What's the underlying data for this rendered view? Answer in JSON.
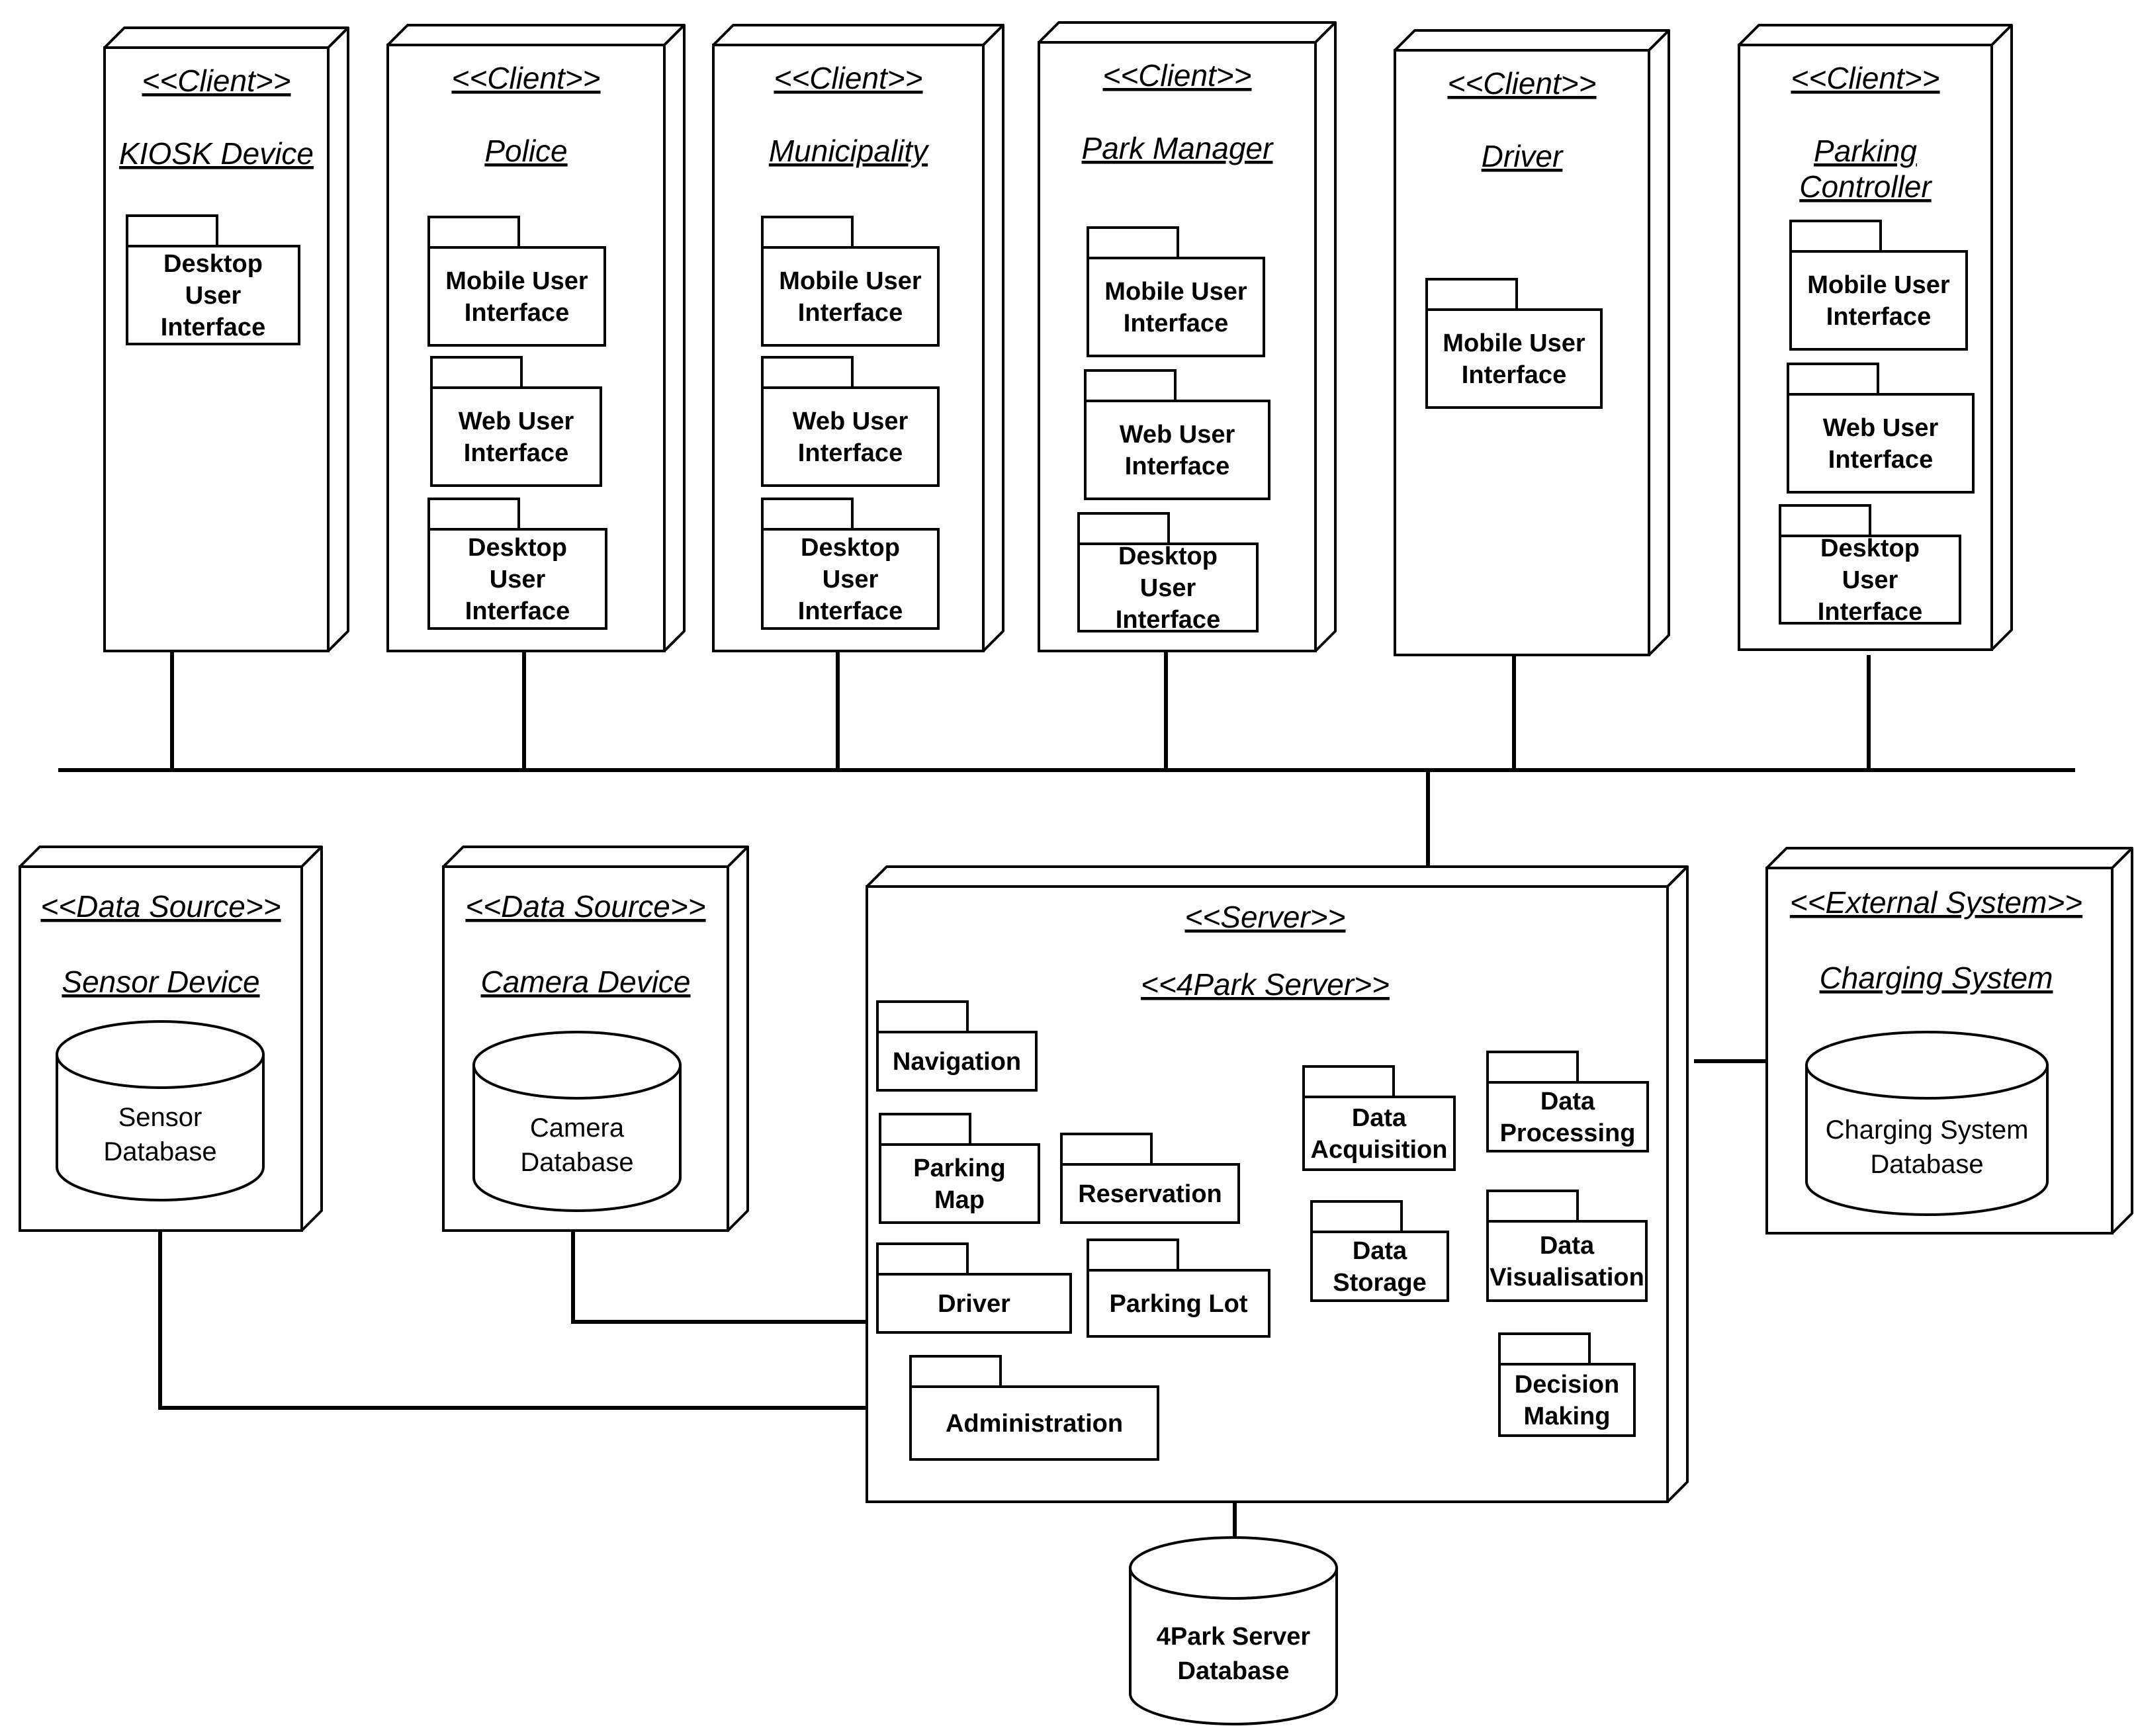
{
  "diagram": {
    "clients": [
      {
        "stereotype": "<<Client>>",
        "name": [
          "KIOSK Device"
        ],
        "packages": [
          {
            "label": [
              "Desktop",
              "User",
              "Interface"
            ]
          }
        ]
      },
      {
        "stereotype": "<<Client>>",
        "name": [
          "Police"
        ],
        "packages": [
          {
            "label": [
              "Mobile User",
              "Interface"
            ]
          },
          {
            "label": [
              "Web User",
              "Interface"
            ]
          },
          {
            "label": [
              "Desktop",
              "User",
              "Interface"
            ]
          }
        ]
      },
      {
        "stereotype": "<<Client>>",
        "name": [
          "Municipality"
        ],
        "packages": [
          {
            "label": [
              "Mobile User",
              "Interface"
            ]
          },
          {
            "label": [
              "Web User",
              "Interface"
            ]
          },
          {
            "label": [
              "Desktop",
              "User",
              "Interface"
            ]
          }
        ]
      },
      {
        "stereotype": "<<Client>>",
        "name": [
          "Park Manager"
        ],
        "packages": [
          {
            "label": [
              "Mobile User",
              "Interface"
            ]
          },
          {
            "label": [
              "Web User",
              "Interface"
            ]
          },
          {
            "label": [
              "Desktop",
              "User",
              "Interface"
            ]
          }
        ]
      },
      {
        "stereotype": "<<Client>>",
        "name": [
          "Driver"
        ],
        "packages": [
          {
            "label": [
              "Mobile User",
              "Interface"
            ]
          }
        ]
      },
      {
        "stereotype": "<<Client>>",
        "name": [
          "Parking",
          "Controller"
        ],
        "packages": [
          {
            "label": [
              "Mobile User",
              "Interface"
            ]
          },
          {
            "label": [
              "Web User",
              "Interface"
            ]
          },
          {
            "label": [
              "Desktop",
              "User",
              "Interface"
            ]
          }
        ]
      }
    ],
    "data_sources": [
      {
        "stereotype": "<<Data Source>>",
        "name": "Sensor Device",
        "database": [
          "Sensor",
          "Database"
        ]
      },
      {
        "stereotype": "<<Data Source>>",
        "name": "Camera Device",
        "database": [
          "Camera",
          "Database"
        ]
      }
    ],
    "server": {
      "stereotype": "<<Server>>",
      "name": "<<4Park Server>>",
      "packages": [
        {
          "key": "navigation",
          "label": [
            "Navigation"
          ]
        },
        {
          "key": "parking-map",
          "label": [
            "Parking",
            "Map"
          ]
        },
        {
          "key": "reservation",
          "label": [
            "Reservation"
          ]
        },
        {
          "key": "driver",
          "label": [
            "Driver"
          ]
        },
        {
          "key": "parking-lot",
          "label": [
            "Parking Lot"
          ]
        },
        {
          "key": "administration",
          "label": [
            "Administration"
          ]
        },
        {
          "key": "data-acquisition",
          "label": [
            "Data",
            "Acquisition"
          ]
        },
        {
          "key": "data-processing",
          "label": [
            "Data",
            "Processing"
          ]
        },
        {
          "key": "data-storage",
          "label": [
            "Data",
            "Storage"
          ]
        },
        {
          "key": "data-visualisation",
          "label": [
            "Data",
            "Visualisation"
          ]
        },
        {
          "key": "decision-making",
          "label": [
            "Decision",
            "Making"
          ]
        }
      ],
      "database": [
        "4Park Server",
        "Database"
      ]
    },
    "external": {
      "stereotype": "<<External System>>",
      "name": "Charging System",
      "database": [
        "Charging System",
        "Database"
      ]
    }
  }
}
